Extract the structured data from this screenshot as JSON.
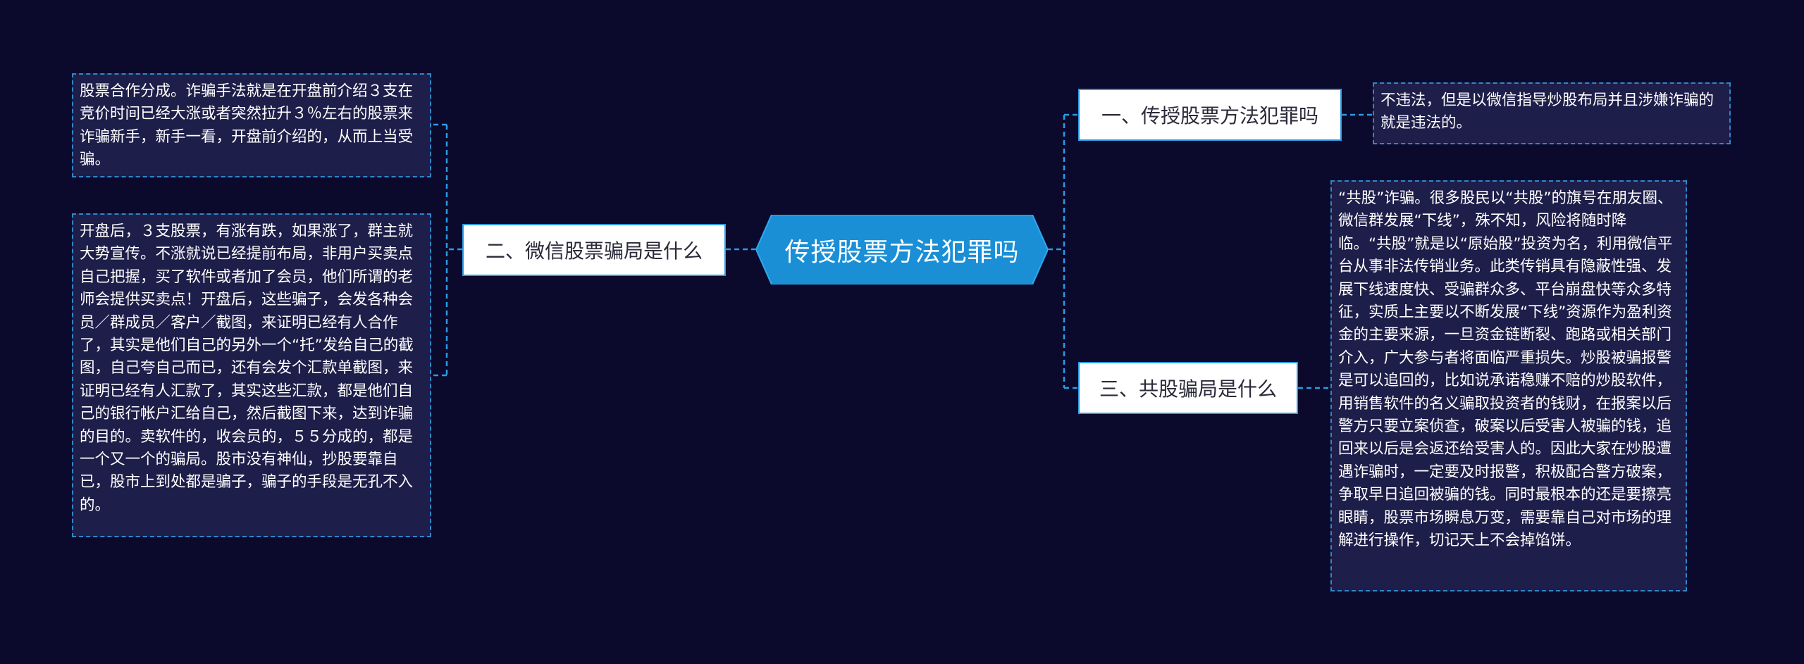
{
  "root": {
    "label": "传授股票方法犯罪吗"
  },
  "branches": [
    {
      "label": "一、传授股票方法犯罪吗"
    },
    {
      "label": "二、微信股票骗局是什么"
    },
    {
      "label": "三、共股骗局是什么"
    }
  ],
  "leaves": [
    {
      "text": "不违法，但是以微信指导炒股布局并且涉嫌诈骗的就是违法的。"
    },
    {
      "text": "股票合作分成。诈骗手法就是在开盘前介绍３支在竞价时间已经大涨或者突然拉升３％左右的股票来诈骗新手，新手一看，开盘前介绍的，从而上当受骗。"
    },
    {
      "text": "开盘后，３支股票，有涨有跌，如果涨了，群主就大势宣传。不涨就说已经提前布局，非用户买卖点自己把握，买了软件或者加了会员，他们所谓的老师会提供买卖点！开盘后，这些骗子，会发各种会员／群成员／客户／截图，来证明已经有人合作了，其实是他们自己的另外一个“托”发给自己的截图，自己夸自己而已，还有会发个汇款单截图，来证明已经有人汇款了，其实这些汇款，都是他们自己的银行帐户汇给自己，然后截图下来，达到诈骗的目的。卖软件的，收会员的，５５分成的，都是一个又一个的骗局。股市没有神仙，抄股要靠自已，股市上到处都是骗子，骗子的手段是无孔不入的。"
    },
    {
      "text": "“共股”诈骗。很多股民以“共股”的旗号在朋友圈、微信群发展“下线”，殊不知，风险将随时降临。“共股”就是以“原始股”投资为名，利用微信平台从事非法传销业务。此类传销具有隐蔽性强、发展下线速度快、受骗群众多、平台崩盘快等众多特征，实质上主要以不断发展“下线”资源作为盈利资金的主要来源，一旦资金链断裂、跑路或相关部门介入，广大参与者将面临严重损失。炒股被骗报警是可以追回的，比如说承诺稳赚不赔的炒股软件，用销售软件的名义骗取投资者的钱财，在报案以后警方只要立案侦查，破案以后受害人被骗的钱，追回来以后是会返还给受害人的。因此大家在炒股遭遇诈骗时，一定要及时报警，积极配合警方破案，争取早日追回被骗的钱。同时最根本的还是要擦亮眼睛，股票市场瞬息万变，需要靠自己对市场的理解进行操作，切记天上不会掉馅饼。"
    }
  ],
  "colors": {
    "background": "#0b0a2c",
    "root_fill": "#1a8fd6",
    "branch_border": "#2b9be3",
    "connector": "#2b9be3",
    "leaf_fill": "#1e1e4a",
    "leaf_border": "#2f86c9"
  }
}
